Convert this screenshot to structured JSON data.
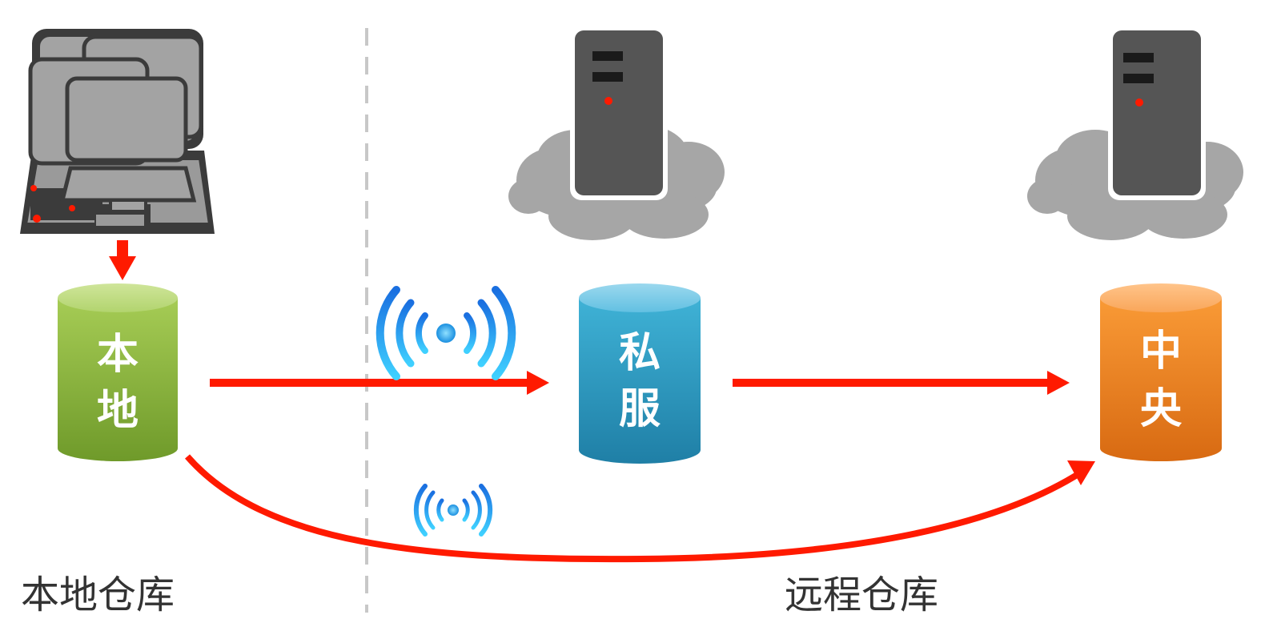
{
  "labels": {
    "local_repo": "本地仓库",
    "remote_repo": "远程仓库"
  },
  "cylinders": {
    "local": {
      "char1": "本",
      "char2": "地",
      "color": "#8db63c"
    },
    "private": {
      "char1": "私",
      "char2": "服",
      "color": "#2f9fc4"
    },
    "central": {
      "char1": "中",
      "char2": "央",
      "color": "#f08a24"
    }
  },
  "colors": {
    "arrow": "#ff1a00",
    "divider": "#c8c8c8",
    "server": "#555555",
    "cloud": "#a6a6a6",
    "wifi": "#1e9fe0"
  },
  "icons": {
    "computers": "desktop-computers-icon",
    "server": "server-tower-icon",
    "wifi": "wireless-signal-icon"
  }
}
